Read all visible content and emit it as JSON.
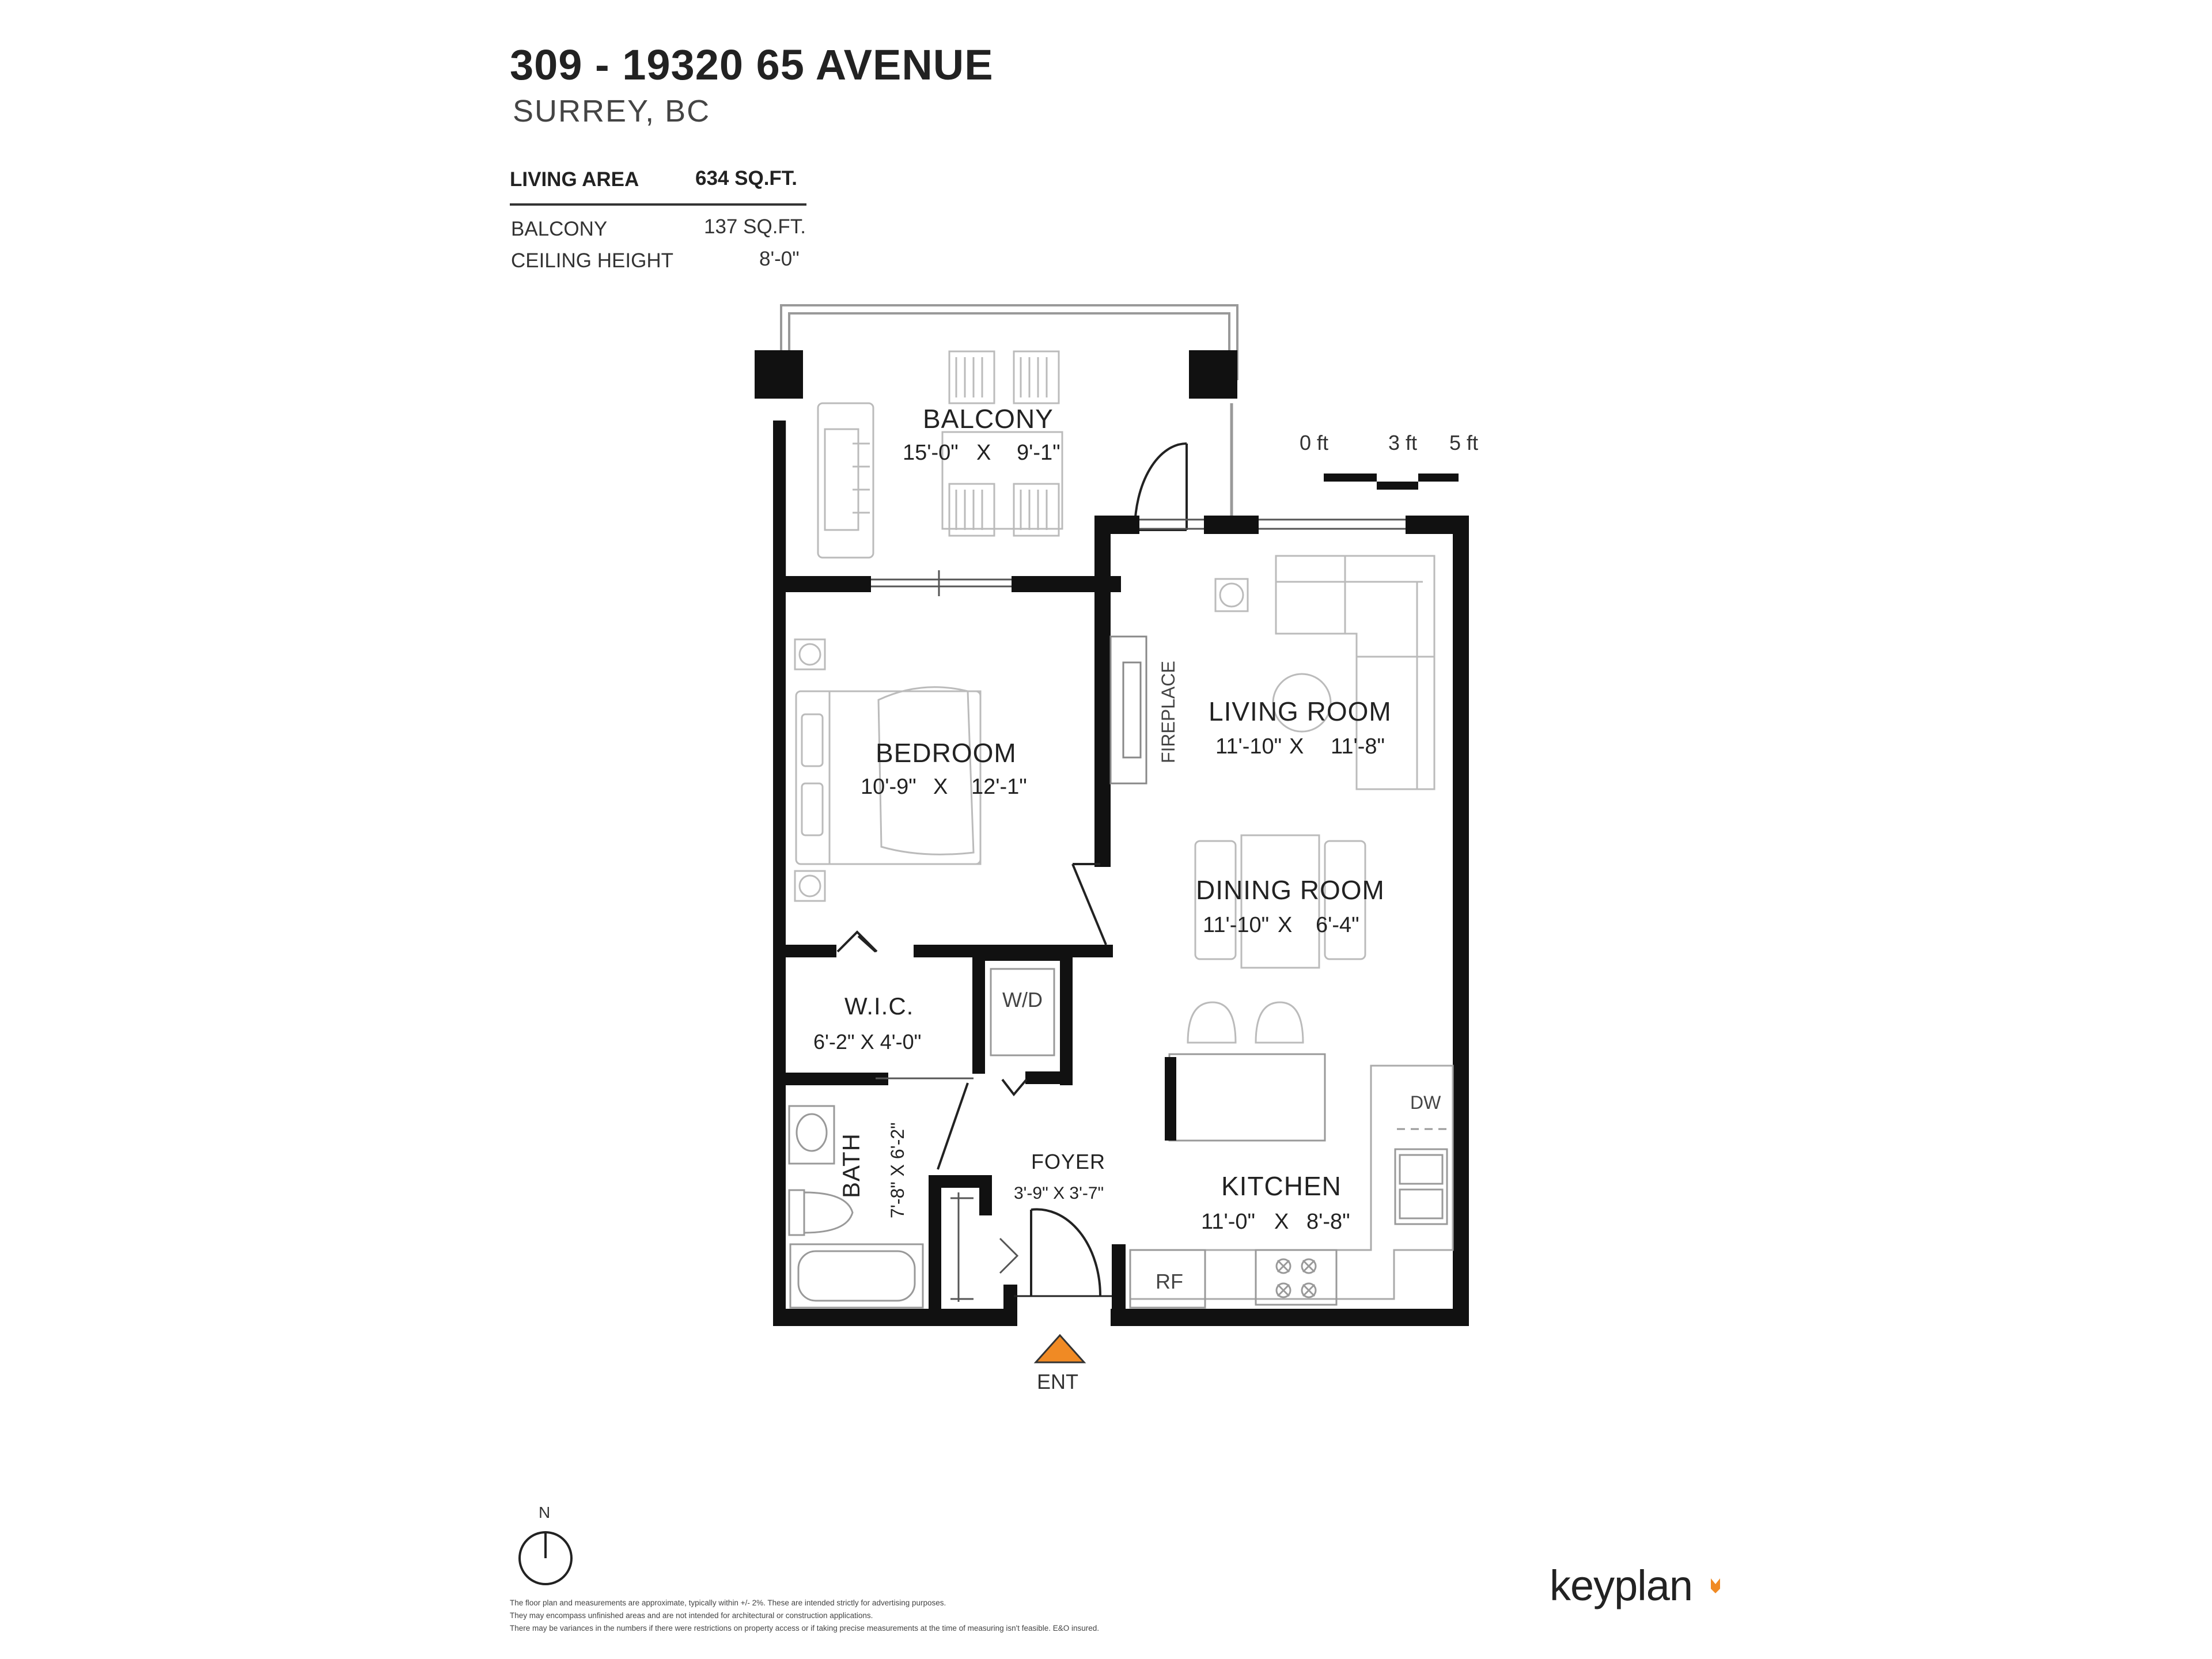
{
  "header": {
    "title": "309 - 19320 65 AVENUE",
    "subtitle": "SURREY, BC"
  },
  "stats": {
    "living_area_label": "LIVING AREA",
    "living_area_value": "634 SQ.FT.",
    "balcony_label": "BALCONY",
    "balcony_value": "137 SQ.FT.",
    "ceiling_label": "CEILING HEIGHT",
    "ceiling_value": "8'-0\""
  },
  "rooms": {
    "balcony": {
      "name": "BALCONY",
      "dim_a": "15'-0\"",
      "x": "X",
      "dim_b": "9'-1\""
    },
    "living": {
      "name": "LIVING ROOM",
      "dim_a": "11'-10\"",
      "x": "X",
      "dim_b": "11'-8\""
    },
    "bedroom": {
      "name": "BEDROOM",
      "dim_a": "10'-9\"",
      "x": "X",
      "dim_b": "12'-1\""
    },
    "dining": {
      "name": "DINING ROOM",
      "dim_a": "11'-10\"",
      "x": "X",
      "dim_b": "6'-4\""
    },
    "wic": {
      "name": "W.I.C.",
      "dim": "6'-2\" X 4'-0\""
    },
    "bath": {
      "name": "BATH",
      "dim": "7'-8\" X 6'-2\""
    },
    "foyer": {
      "name": "FOYER",
      "dim": "3'-9\" X 3'-7\""
    },
    "kitchen": {
      "name": "KITCHEN",
      "dim_a": "11'-0\"",
      "x": "X",
      "dim_b": "8'-8\""
    }
  },
  "fixtures": {
    "fireplace": "FIREPLACE",
    "washer_dryer": "W/D",
    "dishwasher": "DW",
    "fridge": "RF"
  },
  "entrance": {
    "label": "ENT",
    "color": "#F08A24"
  },
  "scale": {
    "zero": "0 ft",
    "three": "3 ft",
    "five": "5 ft"
  },
  "compass": {
    "north": "N"
  },
  "disclaimer": {
    "line1": "The floor plan and measurements are approximate, typically within +/- 2%. These are intended strictly for advertising purposes.",
    "line2": "They may encompass unfinished areas and are not intended for architectural or construction applications.",
    "line3": "There may be variances in the numbers if there were restrictions on property access or if taking precise measurements at the time of measuring isn't feasible. E&O insured."
  },
  "brand": {
    "name": "keyplan",
    "accent": "#F08A24"
  }
}
